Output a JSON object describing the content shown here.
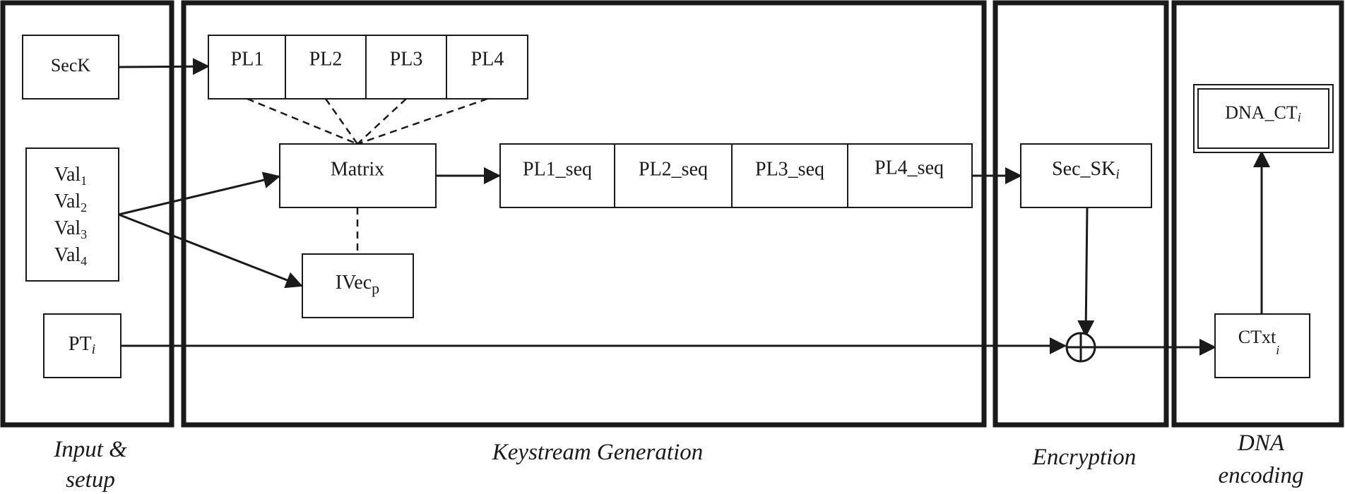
{
  "stages": {
    "input": [
      "Input &",
      "setup"
    ],
    "keystream": "Keystream Generation",
    "encryption": "Encryption",
    "dna": [
      "DNA",
      "encoding"
    ]
  },
  "nodes": {
    "seck": "SecK",
    "pl1": "PL1",
    "pl2": "PL2",
    "pl3": "PL3",
    "pl4": "PL4",
    "val_base": "Val",
    "val_subs": [
      "1",
      "2",
      "3",
      "4"
    ],
    "pt_base": "PT",
    "pt_sub": "i",
    "matrix": "Matrix",
    "ivec_base": "IVec",
    "ivec_sub": "p",
    "pl1_seq": "PL1_seq",
    "pl2_seq": "PL2_seq",
    "pl3_seq": "PL3_seq",
    "pl4_seq": "PL4_seq",
    "sec_sk_base": "Sec_SK",
    "sec_sk_sub": "i",
    "dna_ct_base": "DNA_CT",
    "dna_ct_sub": "i",
    "ctxt_base": "CTxt",
    "ctxt_sub": "i"
  }
}
